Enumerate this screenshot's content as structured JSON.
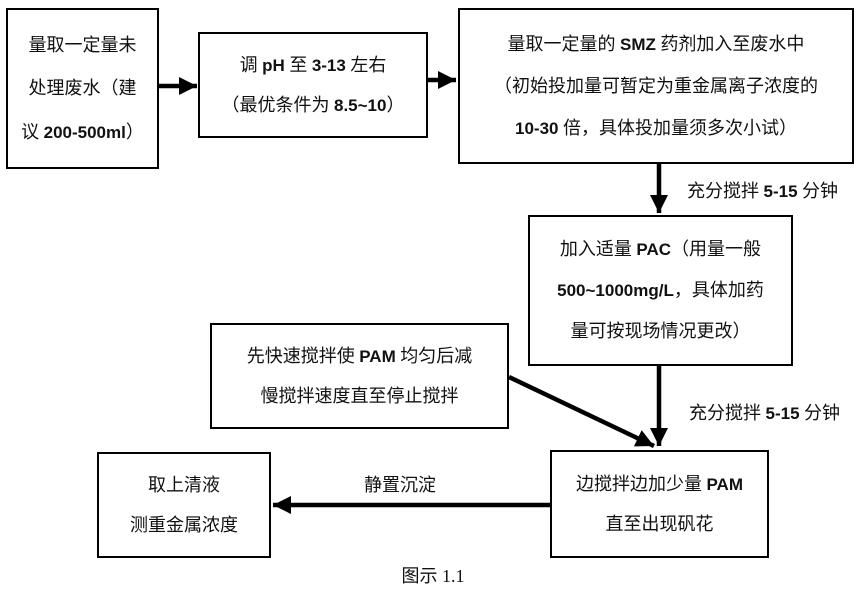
{
  "figure": {
    "caption": "图示 1.1"
  },
  "colors": {
    "line": "#000000",
    "background": "#ffffff",
    "text": "#111111"
  },
  "nodes": [
    {
      "name": "measure-wastewater",
      "lines": [
        "量取一定量未",
        "处理废水（建",
        "议 200-500ml）"
      ]
    },
    {
      "name": "adjust-ph",
      "lines": [
        "调 pH 至 3-13 左右",
        "（最优条件为 8.5~10）"
      ]
    },
    {
      "name": "add-smz",
      "lines": [
        "量取一定量的 SMZ 药剂加入至废水中",
        "（初始投加量可暂定为重金属离子浓度的",
        "10-30 倍，具体投加量须多次小试）"
      ]
    },
    {
      "name": "add-pac",
      "lines": [
        "加入适量 PAC（用量一般",
        "500~1000mg/L，具体加药",
        "量可按现场情况更改）"
      ]
    },
    {
      "name": "pam-mixing-note",
      "lines": [
        "先快速搅拌使 PAM 均匀后减",
        "慢搅拌速度直至停止搅拌"
      ]
    },
    {
      "name": "add-pam",
      "lines": [
        "边搅拌边加少量 PAM",
        "直至出现矾花"
      ]
    },
    {
      "name": "sample-supernatant",
      "lines": [
        "取上清液",
        "测重金属浓度"
      ]
    }
  ],
  "edge_labels": {
    "stir_after_smz": "充分搅拌 5-15 分钟",
    "stir_after_pac": "充分搅拌 5-15 分钟",
    "settle": "静置沉淀"
  }
}
